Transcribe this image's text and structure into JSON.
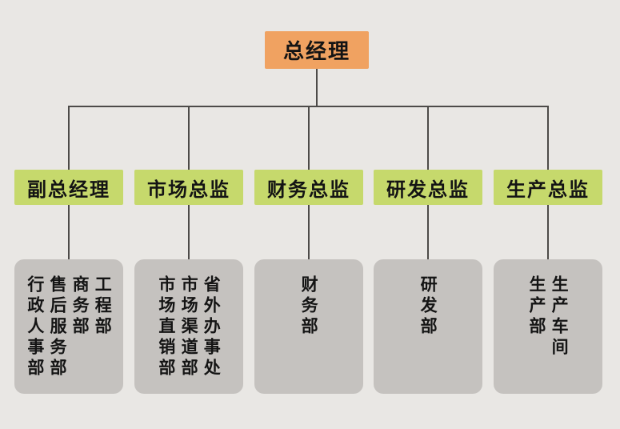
{
  "org_chart": {
    "root": {
      "label": "总经理"
    },
    "branches": [
      {
        "label": "副总经理",
        "departments": [
          "工程部",
          "商务部",
          "售后服务部",
          "行政人事部"
        ]
      },
      {
        "label": "市场总监",
        "departments": [
          "省外办事处",
          "市场渠道部",
          "市场直销部"
        ]
      },
      {
        "label": "财务总监",
        "departments": [
          "财务部"
        ]
      },
      {
        "label": "研发总监",
        "departments": [
          "研发部"
        ]
      },
      {
        "label": "生产总监",
        "departments": [
          "生产车间",
          "生产部"
        ]
      }
    ],
    "colors": {
      "background": "#e9e7e4",
      "root_box": "#f0a261",
      "branch_box": "#c6d96c",
      "department_box": "#c5c2bf",
      "connector": "#4d4b49",
      "text": "#141414"
    }
  }
}
